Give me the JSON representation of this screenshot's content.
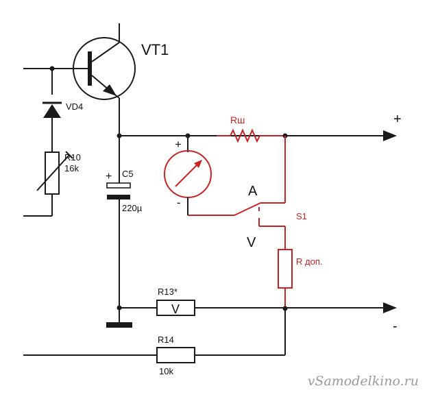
{
  "labels": {
    "vt1": "VT1",
    "vd4": "VD4",
    "r10_name": "R10",
    "r10_value": "16k",
    "c5_name": "C5",
    "c5_value": "220µ",
    "c5_plus": "+",
    "meter_plus": "+",
    "meter_minus": "-",
    "rsh": "Rш",
    "terminal_plus": "+",
    "terminal_minus": "-",
    "switch_a": "A",
    "switch_v": "V",
    "s1": "S1",
    "r_dop": "R доп.",
    "r13_name": "R13*",
    "r13_symbol": "V",
    "r14_name": "R14",
    "r14_value": "10k"
  },
  "watermark": "vSamodelkino.ru",
  "colors": {
    "wire": "#1a1a1a",
    "meter_circuit": "#cc2020",
    "watermark": "#9a9a9a"
  }
}
